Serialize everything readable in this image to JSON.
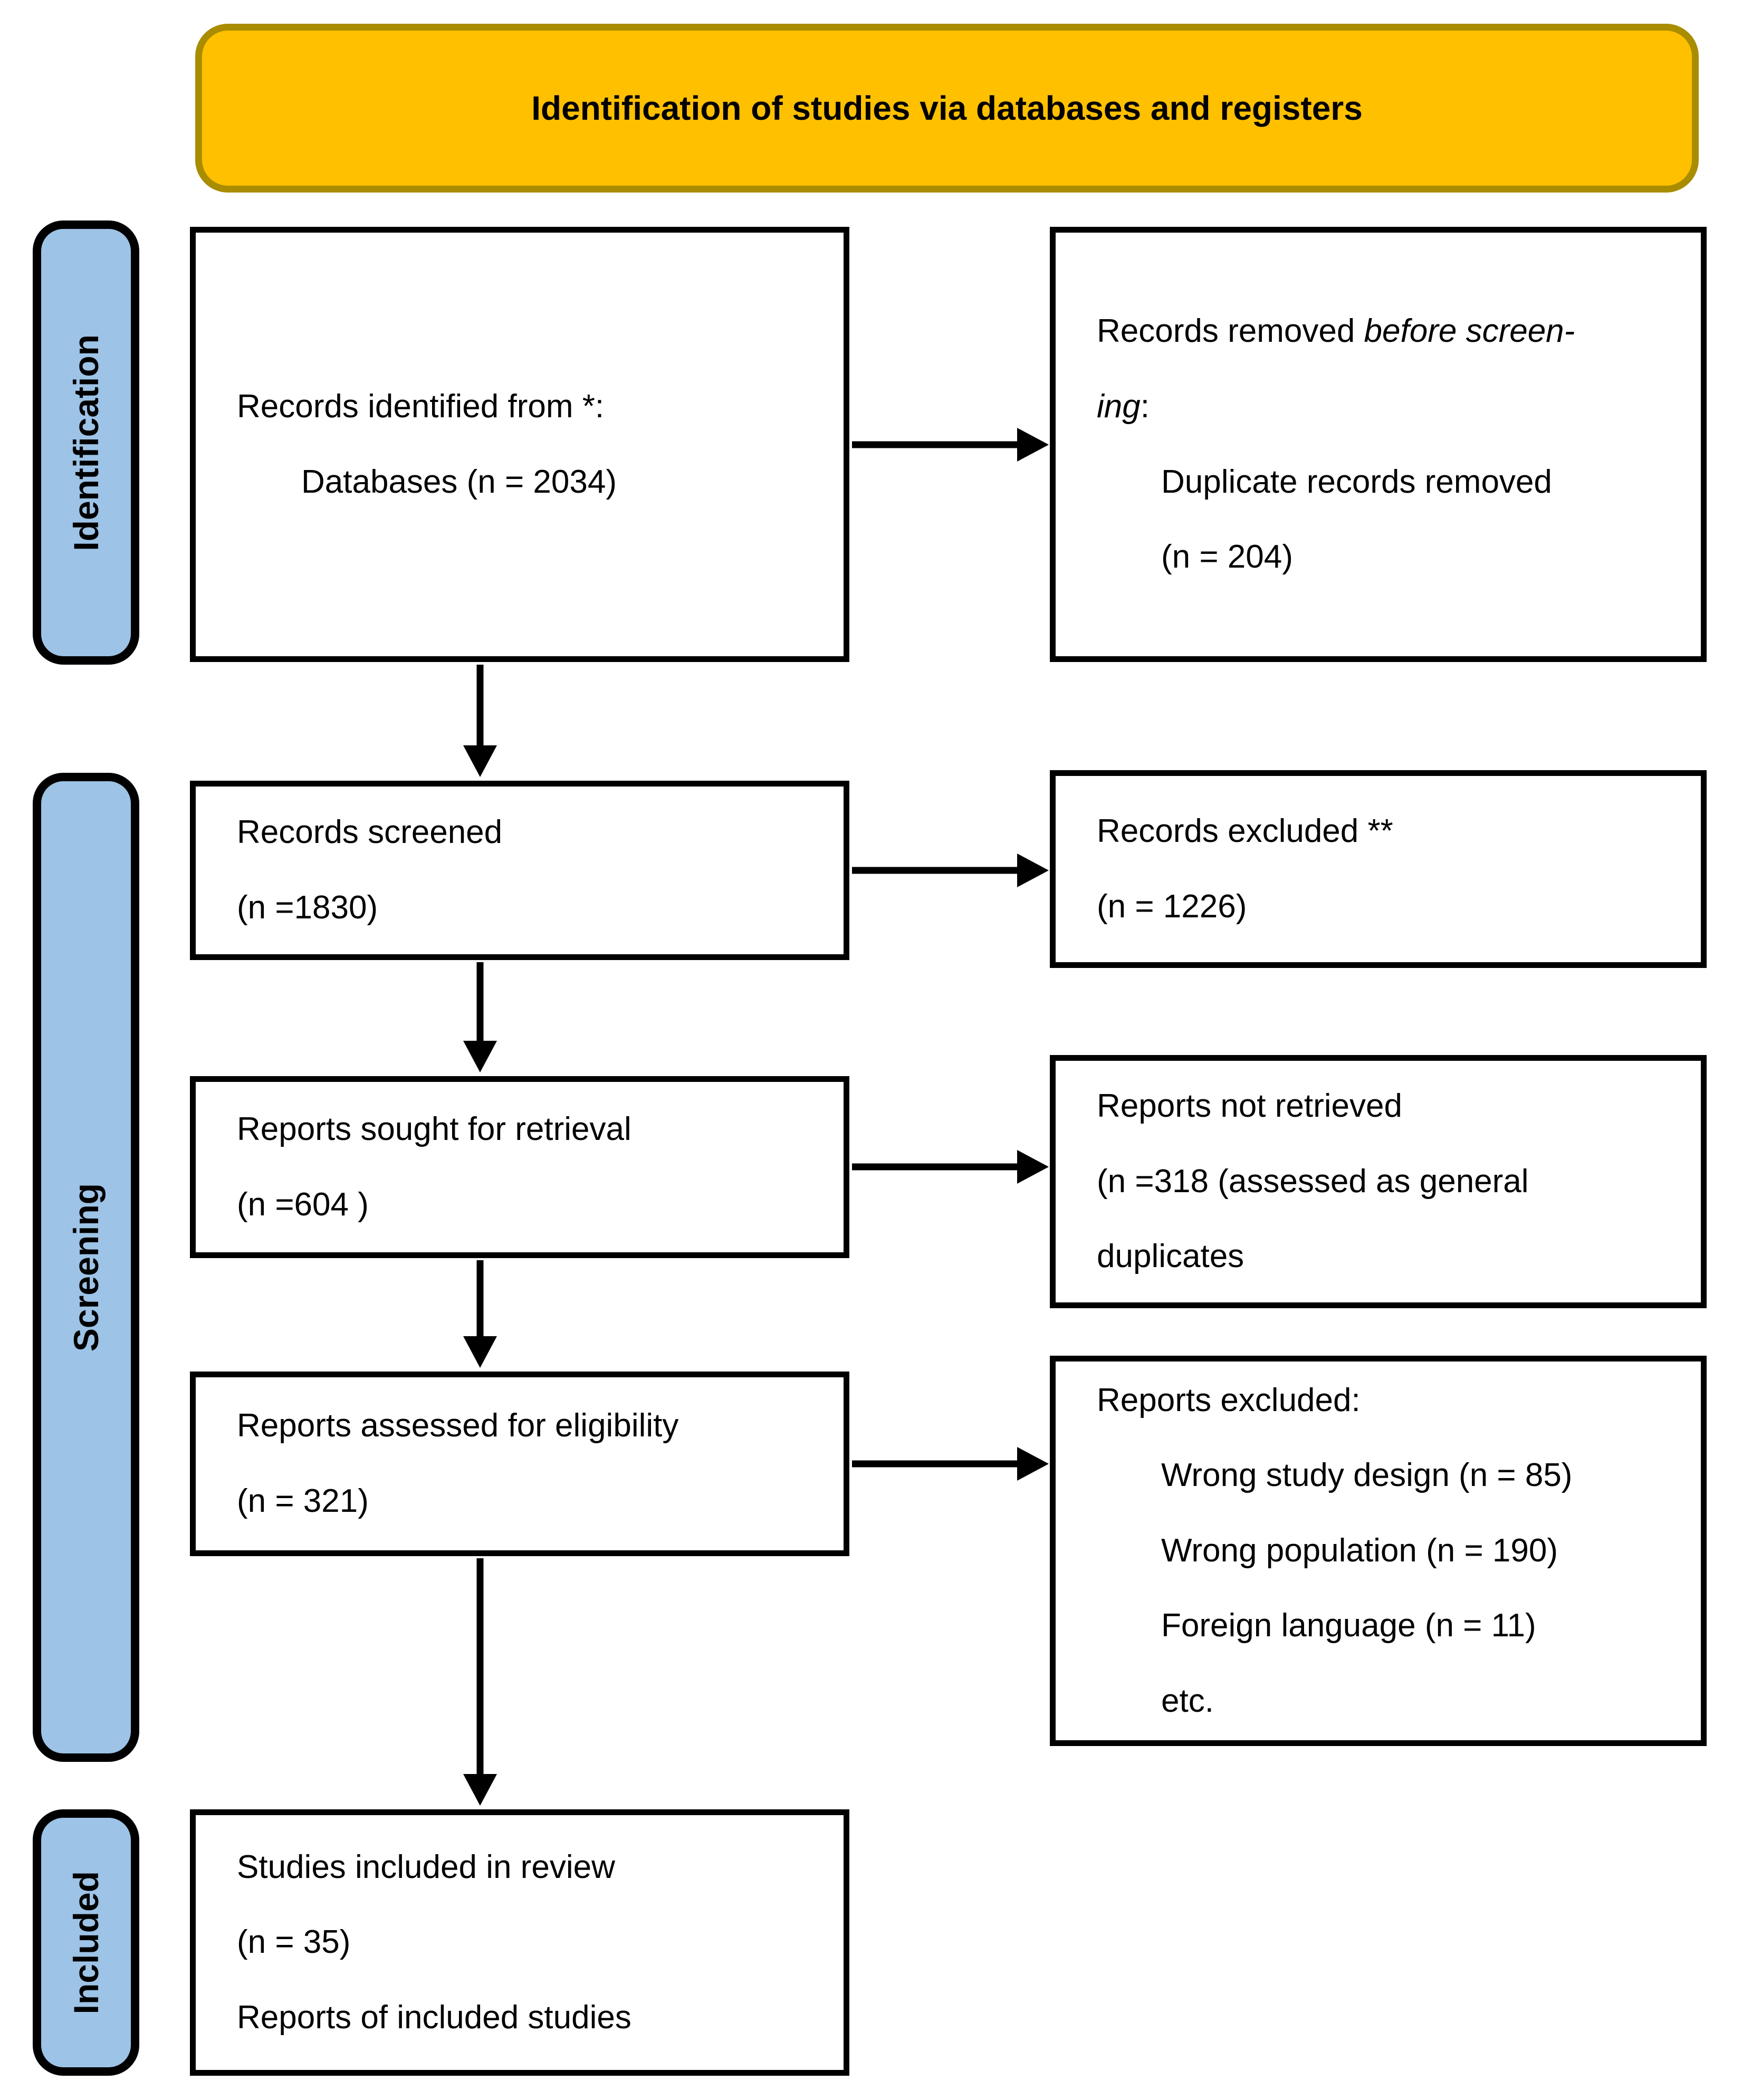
{
  "title_banner": {
    "text": "Identification of studies via databases and registers"
  },
  "sidebar": {
    "labels": [
      {
        "id": "identification",
        "text": "Identification"
      },
      {
        "id": "screening",
        "text": "Screening"
      },
      {
        "id": "included",
        "text": "Included"
      }
    ]
  },
  "colors": {
    "banner_fill": "#FFC000",
    "banner_border": "#A98C00",
    "sidebar_fill": "#9DC3E6",
    "line_color": "#000000",
    "page_bg": "#FFFFFF"
  },
  "boxes": {
    "records_identified": {
      "lines": [
        {
          "indent": false,
          "segments": [
            {
              "text": "Records identified from *:"
            }
          ]
        },
        {
          "indent": true,
          "segments": [
            {
              "text": "Databases (n = 2034)"
            }
          ]
        }
      ]
    },
    "records_removed": {
      "lines": [
        {
          "indent": false,
          "segments": [
            {
              "text": "Records removed "
            },
            {
              "text": "before screen-",
              "italic": true
            }
          ]
        },
        {
          "indent": false,
          "segments": [
            {
              "text": "ing",
              "italic": true
            },
            {
              "text": ":"
            }
          ]
        },
        {
          "indent": true,
          "segments": [
            {
              "text": "Duplicate records removed"
            }
          ]
        },
        {
          "indent": true,
          "segments": [
            {
              "text": "(n = 204)"
            }
          ]
        }
      ]
    },
    "records_screened": {
      "lines": [
        {
          "indent": false,
          "segments": [
            {
              "text": "Records screened"
            }
          ]
        },
        {
          "indent": false,
          "segments": [
            {
              "text": "(n =1830)"
            }
          ]
        }
      ]
    },
    "records_excluded": {
      "lines": [
        {
          "indent": false,
          "segments": [
            {
              "text": "Records excluded **"
            }
          ]
        },
        {
          "indent": false,
          "segments": [
            {
              "text": "(n = 1226)"
            }
          ]
        }
      ]
    },
    "reports_sought": {
      "lines": [
        {
          "indent": false,
          "segments": [
            {
              "text": "Reports sought for retrieval"
            }
          ]
        },
        {
          "indent": false,
          "segments": [
            {
              "text": "(n =604 )"
            }
          ]
        }
      ]
    },
    "reports_not_retrieved": {
      "lines": [
        {
          "indent": false,
          "segments": [
            {
              "text": "Reports not retrieved"
            }
          ]
        },
        {
          "indent": false,
          "segments": [
            {
              "text": "(n =318 (assessed as general"
            }
          ]
        },
        {
          "indent": false,
          "segments": [
            {
              "text": "duplicates"
            }
          ]
        }
      ]
    },
    "reports_assessed": {
      "lines": [
        {
          "indent": false,
          "segments": [
            {
              "text": "Reports assessed for eligibility"
            }
          ]
        },
        {
          "indent": false,
          "segments": [
            {
              "text": "(n = 321)"
            }
          ]
        }
      ]
    },
    "reports_excluded": {
      "lines": [
        {
          "indent": false,
          "segments": [
            {
              "text": "Reports excluded:"
            }
          ]
        },
        {
          "indent": true,
          "segments": [
            {
              "text": "Wrong study design (n = 85)"
            }
          ]
        },
        {
          "indent": true,
          "segments": [
            {
              "text": "Wrong population (n = 190)"
            }
          ]
        },
        {
          "indent": true,
          "segments": [
            {
              "text": "Foreign language (n = 11)"
            }
          ]
        },
        {
          "indent": true,
          "segments": [
            {
              "text": "etc."
            }
          ]
        }
      ]
    },
    "studies_included": {
      "lines": [
        {
          "indent": false,
          "segments": [
            {
              "text": "Studies included in review"
            }
          ]
        },
        {
          "indent": false,
          "segments": [
            {
              "text": "(n = 35)"
            }
          ]
        },
        {
          "indent": false,
          "segments": [
            {
              "text": "Reports of included studies"
            }
          ]
        }
      ]
    }
  }
}
